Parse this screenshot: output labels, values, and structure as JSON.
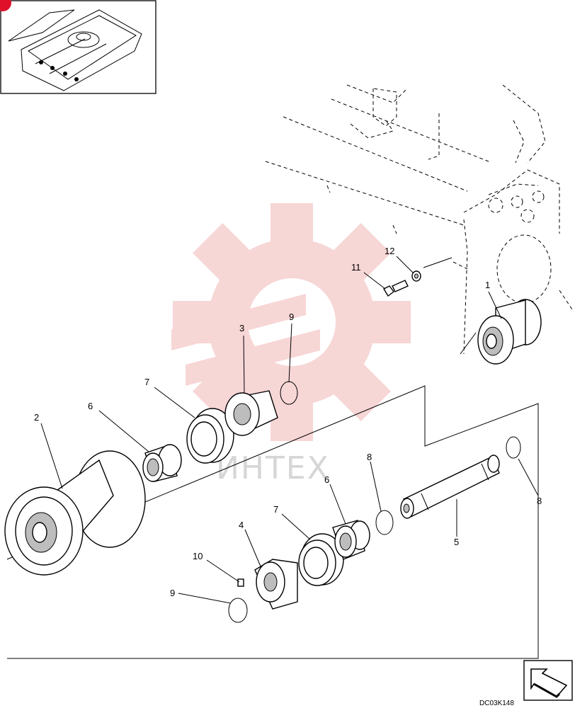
{
  "diagram": {
    "drawing_code": "DC03K148",
    "watermark_text": "ИНТЕХ",
    "badge_color": "#e0102a",
    "watermark_color": "#f2b6b6",
    "callouts": {
      "c1": "1",
      "c2": "2",
      "c3": "3",
      "c4": "4",
      "c5": "5",
      "c6a": "6",
      "c6b": "6",
      "c7a": "7",
      "c7b": "7",
      "c8a": "8",
      "c8b": "8",
      "c9a": "9",
      "c9b": "9",
      "c10": "10",
      "c11": "11",
      "c12": "12"
    },
    "icons": [
      "excavator-thumbnail",
      "watermark-gear-logo",
      "next-page-arrow-icon"
    ]
  }
}
